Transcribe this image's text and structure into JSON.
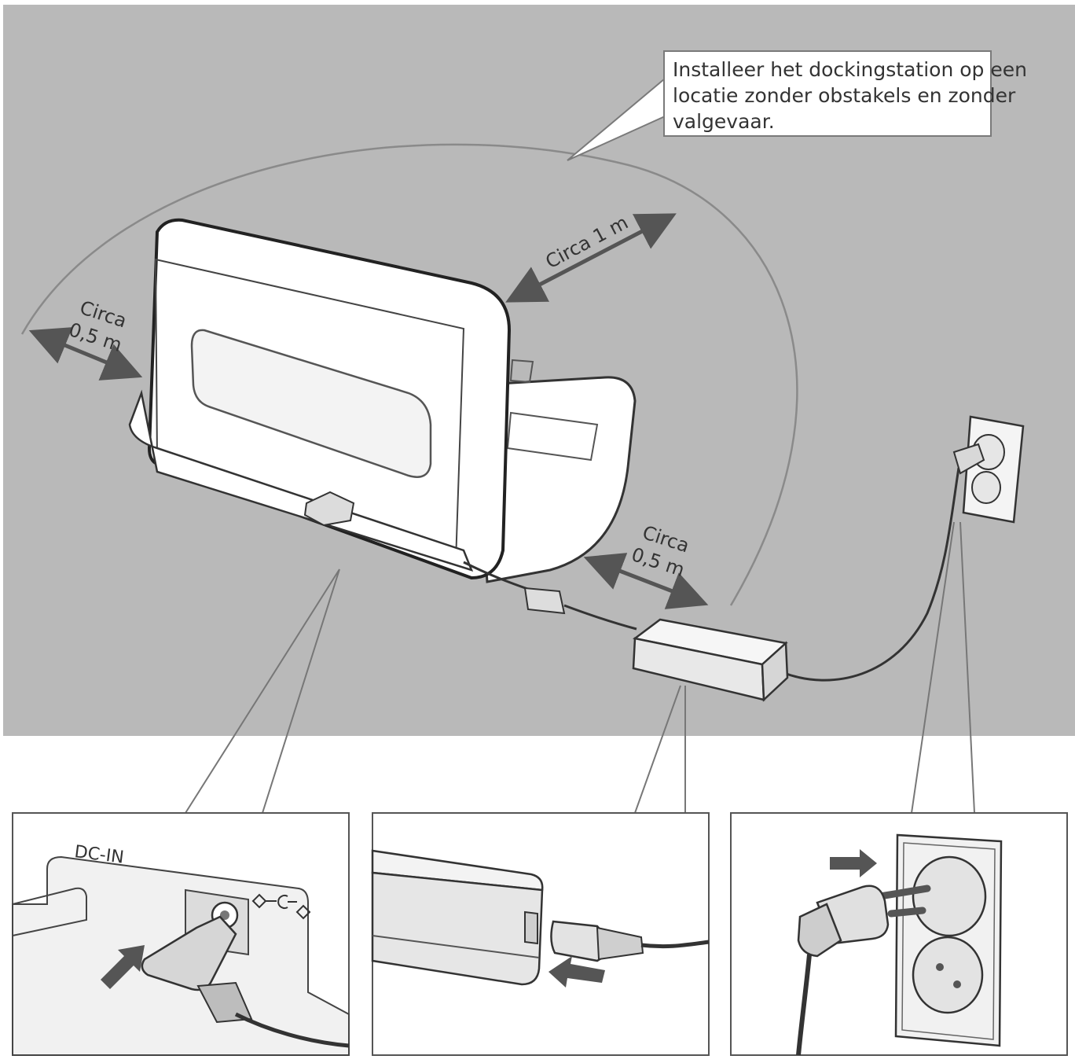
{
  "callout": {
    "lines": [
      "Installeer het dockingstation op een",
      "locatie zonder obstakels en zonder",
      "valgevaar."
    ]
  },
  "distances": {
    "left": {
      "line1": "Circa",
      "line2": "0,5 m"
    },
    "back": {
      "line1": "Circa 1 m"
    },
    "right": {
      "line1": "Circa",
      "line2": "0,5 m"
    }
  },
  "details": {
    "dc_in": {
      "label": "DC-IN"
    }
  },
  "colors": {
    "floor": "#b9b9b9",
    "outline": "#333333",
    "panel_border": "#555555",
    "arrow": "#555555",
    "dock_body": "#ffffff"
  }
}
